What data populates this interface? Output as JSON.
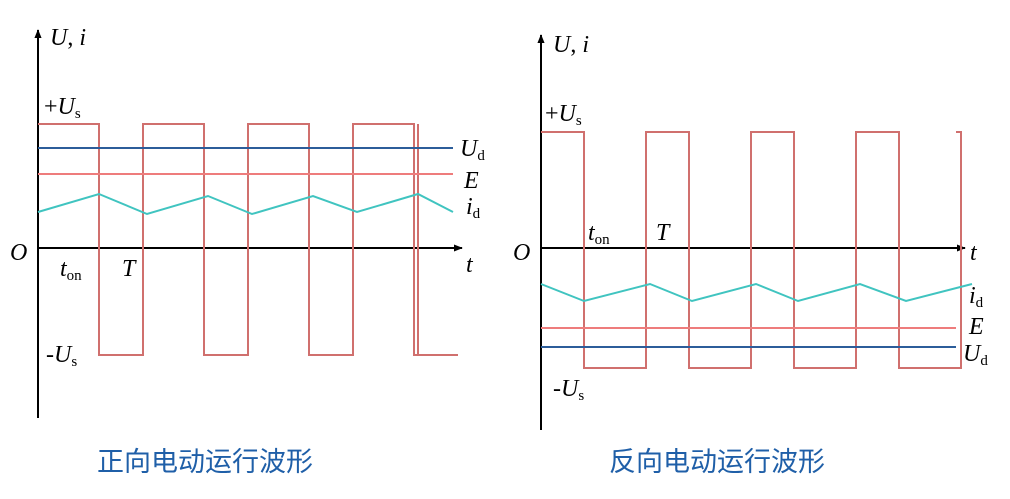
{
  "colors": {
    "square": "#d0706e",
    "ud": "#2c5d9a",
    "e": "#ee7c7c",
    "id": "#40c4c0",
    "axis": "#000000",
    "caption": "#1f5fa8"
  },
  "diagrams": [
    {
      "caption": "正向电动运行波形",
      "labels": {
        "y_axis_main": "U",
        "y_axis_sep": ", ",
        "y_axis_i": "i",
        "x_axis": "t",
        "origin": "O",
        "plus": "+",
        "minus": "-",
        "us_main": "U",
        "us_sub": "s",
        "ud_main": "U",
        "ud_sub": "d",
        "e": "E",
        "id_main": "i",
        "id_sub": "d",
        "ton_main": "t",
        "ton_sub": "on",
        "T": "T"
      }
    },
    {
      "caption": "反向电动运行波形",
      "labels": {
        "y_axis_main": "U",
        "y_axis_sep": ", ",
        "y_axis_i": "i",
        "x_axis": "t",
        "origin": "O",
        "plus": "+",
        "minus": "-",
        "us_main": "U",
        "us_sub": "s",
        "ud_main": "U",
        "ud_sub": "d",
        "e": "E",
        "id_main": "i",
        "id_sub": "d",
        "ton_main": "t",
        "ton_sub": "on",
        "T": "T"
      }
    }
  ]
}
